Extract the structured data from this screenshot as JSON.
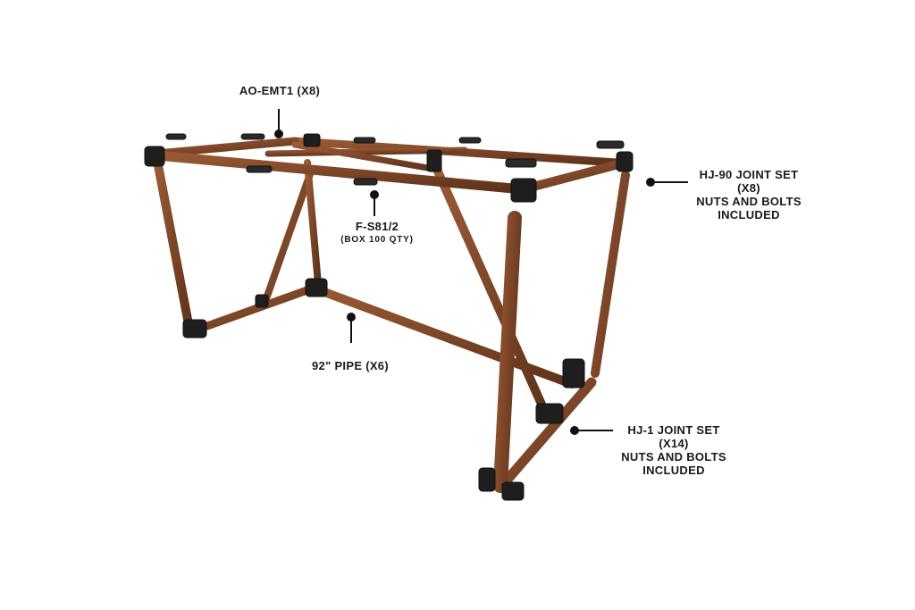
{
  "labels": {
    "ao_emt1": {
      "lines": [
        "AO-EMT1 (X8)"
      ]
    },
    "f_s81": {
      "lines": [
        "F-S81/2",
        "(BOX 100 QTY)"
      ]
    },
    "hj90": {
      "lines": [
        "HJ-90 JOINT SET",
        "(X8)",
        "NUTS AND BOLTS",
        "INCLUDED"
      ]
    },
    "pipe92": {
      "lines": [
        "92\" PIPE (X6)"
      ]
    },
    "hj1": {
      "lines": [
        "HJ-1 JOINT SET",
        "(X14)",
        "NUTS AND BOLTS",
        "INCLUDED"
      ]
    }
  },
  "colors": {
    "pipe": "#6b3a20",
    "pipe_highlight": "#9a5a35",
    "joint": "#1e1e1e",
    "text": "#1a1a1a",
    "leader": "#111111"
  }
}
